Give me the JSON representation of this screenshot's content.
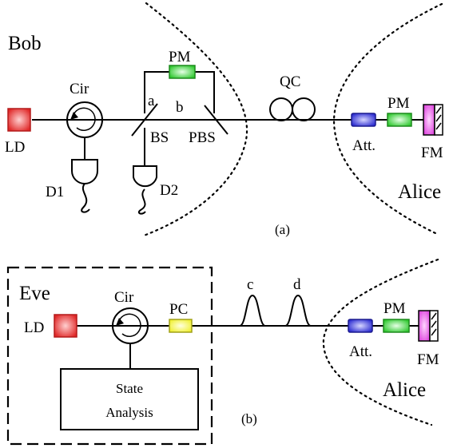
{
  "panel_a": {
    "bob": "Bob",
    "ld": "LD",
    "cir": "Cir",
    "pm_bob": "PM",
    "port_a": "a",
    "port_b": "b",
    "bs": "BS",
    "pbs": "PBS",
    "d1": "D1",
    "d2": "D2",
    "qc": "QC",
    "att": "Att.",
    "pm_alice": "PM",
    "fm": "FM",
    "alice": "Alice",
    "caption": "(a)"
  },
  "panel_b": {
    "eve": "Eve",
    "ld": "LD",
    "cir": "Cir",
    "pc": "PC",
    "pulse_c": "c",
    "pulse_d": "d",
    "state_line1": "State",
    "state_line2": "Analysis",
    "att": "Att.",
    "pm_alice": "PM",
    "fm": "FM",
    "alice": "Alice",
    "caption": "(b)"
  },
  "colors": {
    "ld": "#e83030",
    "pm": "#39d639",
    "att": "#3636d6",
    "fm": "#e040e0",
    "pc": "#f2f23a"
  }
}
